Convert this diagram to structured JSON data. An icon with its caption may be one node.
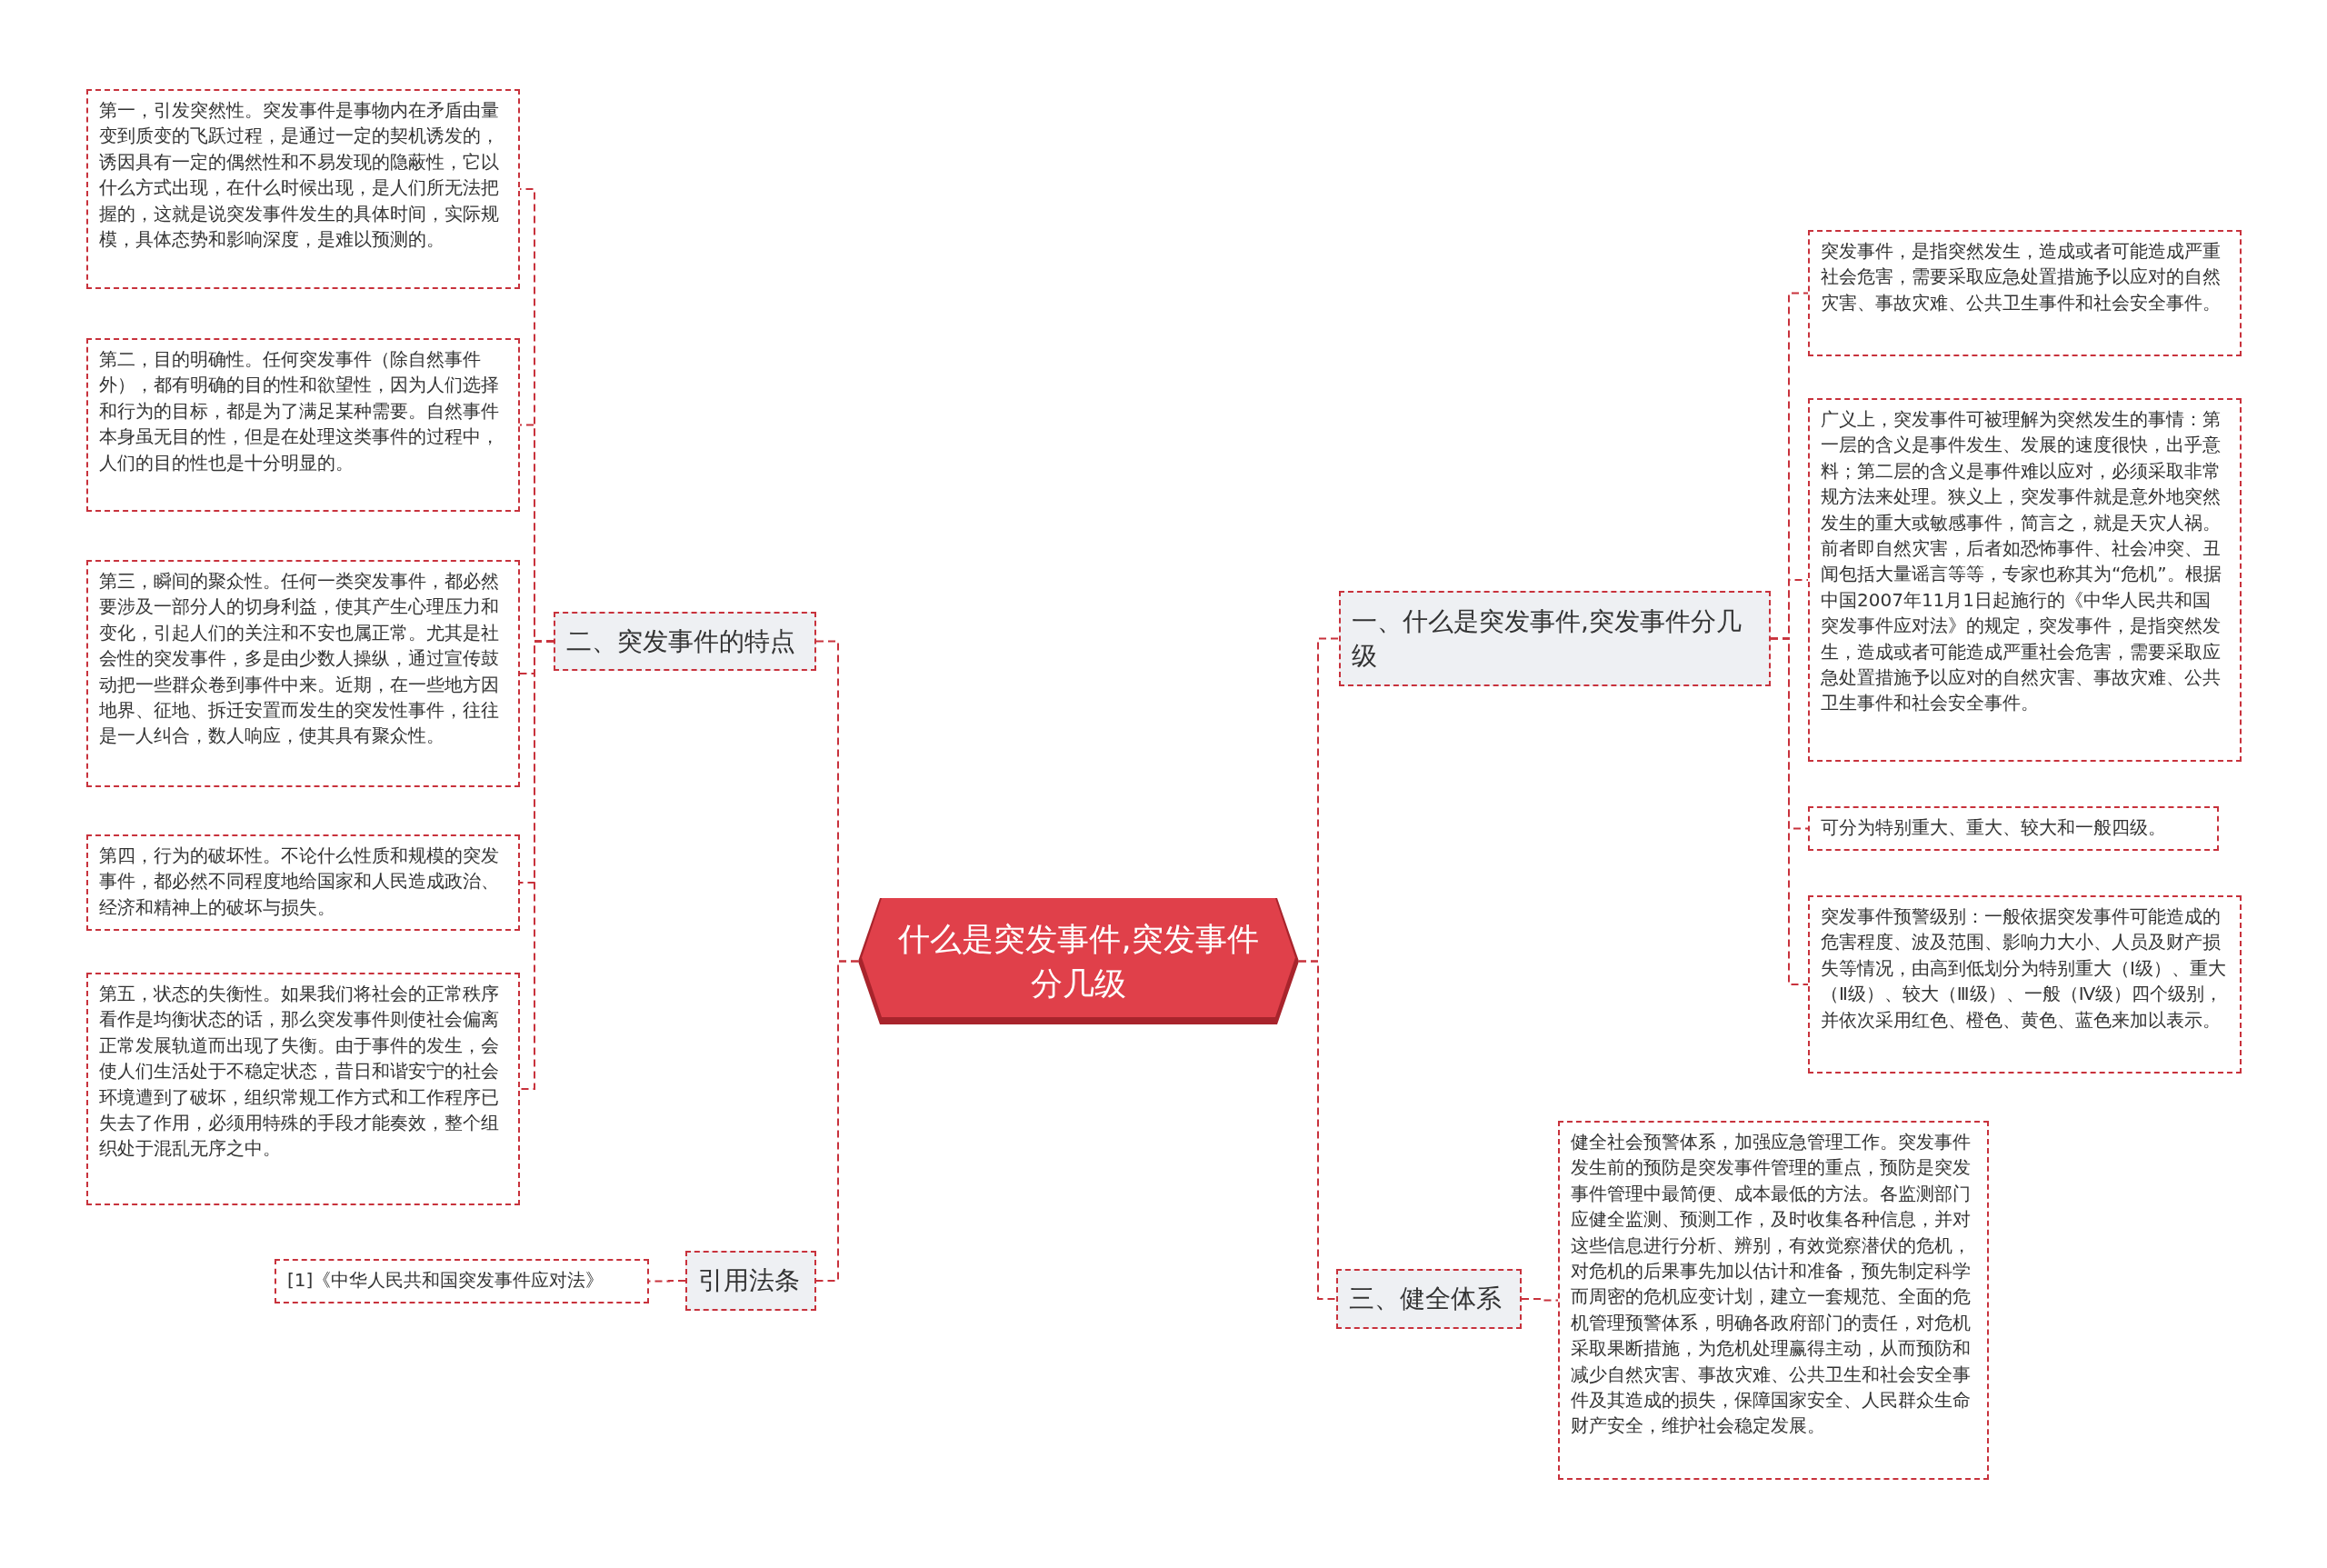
{
  "diagram": {
    "nodes": [
      {
        "text": [
          "什么是突发事件,突发事件分几级"
        ]
      },
      {
        "text": [
          "二、突发事件的特点"
        ]
      },
      {
        "text": [
          "第一，引发突然性。突发事件是事物内在矛盾由量变到质变的飞跃过程，是通过一定的契机诱发的，诱因具有一定的偶然性和不易发现的隐蔽性，它以什么方式出现，在什么时候出现，是人们所无法把握的，这就是说突发事件发生的具体时间，实际规模，具体态势和影响深度，是难以预测的。"
        ]
      },
      {
        "text": [
          "第二，目的明确性。任何突发事件（除自然事件外），都有明确的目的性和欲望性，因为人们选择和行为的目标，都是为了满足某种需要。自然事件本身虽无目的性，但是在处理这类事件的过程中，人们的目的性也是十分明显的。"
        ]
      },
      {
        "text": [
          "第三，瞬间的聚众性。任何一类突发事件，都必然要涉及一部分人的切身利益，使其产生心理压力和变化，引起人们的关注和不安也属正常。尤其是社会性的突发事件，多是由少数人操纵，通过宣传鼓动把一些群众卷到事件中来。近期，在一些地方因地界、征地、拆迁安置而发生的突发性事件，往往是一人纠合，数人响应，使其具有聚众性。"
        ]
      },
      {
        "text": [
          "第四，行为的破坏性。不论什么性质和规模的突发事件，都必然不同程度地给国家和人民造成政治、经济和精神上的破坏与损失。"
        ]
      },
      {
        "text": [
          "第五，状态的失衡性。如果我们将社会的正常秩序看作是均衡状态的话，那么突发事件则使社会偏离正常发展轨道而出现了失衡。由于事件的发生，会使人们生活处于不稳定状态，昔日和谐安宁的社会环境遭到了破坏，组织常规工作方式和工作程序已失去了作用，必须用特殊的手段才能奏效，整个组织处于混乱无序之中。"
        ]
      },
      {
        "text": [
          "引用法条"
        ]
      },
      {
        "text": [
          "[1]《中华人民共和国突发事件应对法》"
        ]
      },
      {
        "text": [
          "一、什么是突发事件,突发事件分几级"
        ]
      },
      {
        "text": [
          "突发事件，是指突然发生，造成或者可能造成严重社会危害，需要采取应急处置措施予以应对的自然灾害、事故灾难、公共卫生事件和社会安全事件。"
        ]
      },
      {
        "text": [
          "广义上，突发事件可被理解为突然发生的事情：第一层的含义是事件发生、发展的速度很快，出乎意料；第二层的含义是事件难以应对，必须采取非常规方法来处理。狭义上，突发事件就是意外地突然发生的重大或敏感事件，简言之，就是天灾人祸。前者即自然灾害，后者如恐怖事件、社会冲突、丑闻包括大量谣言等等，专家也称其为“危机”。根据中国2007年11月1日起施行的《中华人民共和国突发事件应对法》的规定，突发事件，是指突然发生，造成或者可能造成严重社会危害，需要采取应急处置措施予以应对的自然灾害、事故灾难、公共卫生事件和社会安全事件。"
        ]
      },
      {
        "text": [
          "可分为特别重大、重大、较大和一般四级。"
        ]
      },
      {
        "text": [
          "突发事件预警级别：一般依据突发事件可能造成的危害程度、波及范围、影响力大小、人员及财产损失等情况，由高到低划分为特别重大（Ⅰ级）、重大（Ⅱ级）、较大（Ⅲ级）、一般（Ⅳ级）四个级别，并依次采用红色、橙色、黄色、蓝色来加以表示。"
        ]
      },
      {
        "text": [
          "三、健全体系"
        ]
      },
      {
        "text": [
          "健全社会预警体系，加强应急管理工作。突发事件发生前的预防是突发事件管理的重点，预防是突发事件管理中最简便、成本最低的方法。各监测部门应健全监测、预测工作，及时收集各种信息，并对这些信息进行分析、辨别，有效觉察潜伏的危机，对危机的后果事先加以估计和准备，预先制定科学而周密的危机应变计划，建立一套规范、全面的危机管理预警体系，明确各政府部门的责任，对危机采取果断措施，为危机处理赢得主动，从而预防和减少自然灾害、事故灾难、公共卫生和社会安全事件及其造成的损失，保障国家安全、人民群众生命财产安全，维护社会稳定发展。"
        ]
      }
    ],
    "edges": [
      {
        "from": 0,
        "to": 1,
        "arrow": "none"
      },
      {
        "from": 1,
        "to": 2,
        "arrow": "none"
      },
      {
        "from": 1,
        "to": 3,
        "arrow": "none"
      },
      {
        "from": 1,
        "to": 4,
        "arrow": "none"
      },
      {
        "from": 1,
        "to": 5,
        "arrow": "none"
      },
      {
        "from": 1,
        "to": 6,
        "arrow": "none"
      },
      {
        "from": 0,
        "to": 7,
        "arrow": "none"
      },
      {
        "from": 7,
        "to": 8,
        "arrow": "none"
      },
      {
        "from": 0,
        "to": 9,
        "arrow": "none"
      },
      {
        "from": 9,
        "to": 10,
        "arrow": "none"
      },
      {
        "from": 9,
        "to": 11,
        "arrow": "none"
      },
      {
        "from": 9,
        "to": 12,
        "arrow": "none"
      },
      {
        "from": 9,
        "to": 13,
        "arrow": "none"
      },
      {
        "from": 0,
        "to": 14,
        "arrow": "none"
      },
      {
        "from": 14,
        "to": 15,
        "arrow": "none"
      }
    ]
  }
}
